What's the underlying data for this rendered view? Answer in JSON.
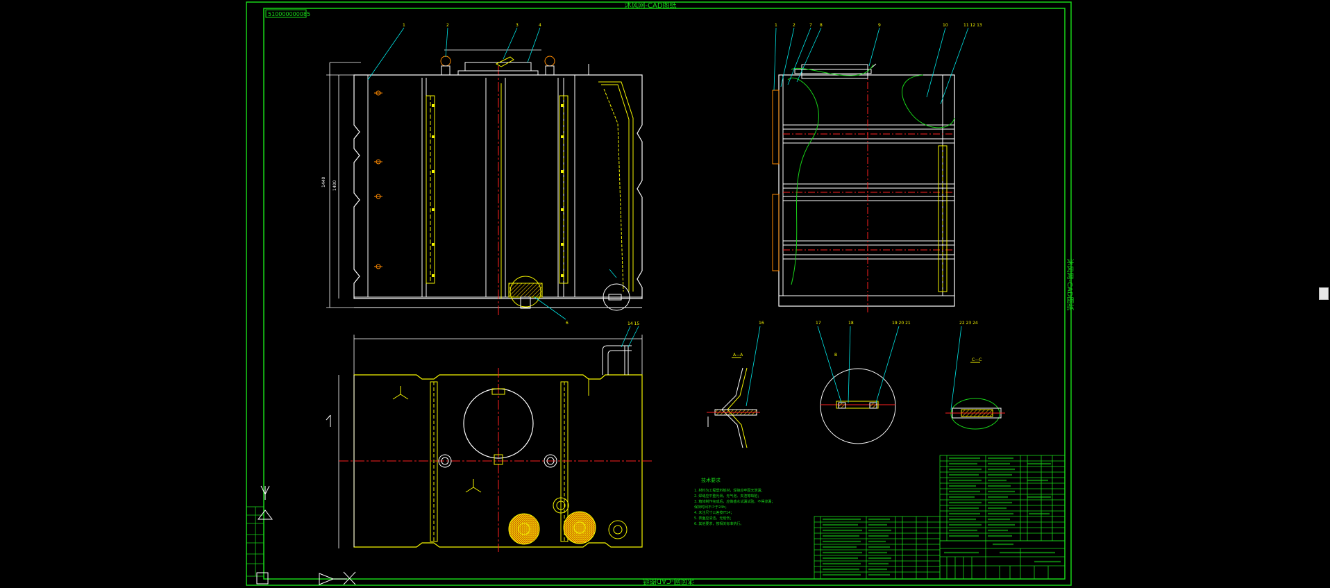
{
  "drawing": {
    "title_top": "沐风网-CAD图纸",
    "title_bottom": "沐风网-CAD图纸",
    "title_side": "沐风网-CAD图纸",
    "stamp": "510000000085"
  },
  "tech_notes": {
    "heading": "技术要求",
    "lines": [
      "1. 材料为工程塑料板材，焊接应牢固无泄漏；",
      "2. 焊缝应平整光滑，无气泡、夹渣等缺陷；",
      "3. 箱体制作完成后，应做盛水试漏试验，不得渗漏；",
      "   保持时间不少于24h；",
      "4. 未注尺寸公差按IT14；",
      "5. 表面应清洁，无划伤；",
      "6. 其他要求，按相关标准执行。"
    ]
  },
  "colors": {
    "frame": "#19d619",
    "outline": "#ffffff",
    "yellow": "#f5f500",
    "cyan": "#00e6e6",
    "red": "#ff2020",
    "orange": "#ff8a00",
    "hatch": "#d8c000"
  }
}
